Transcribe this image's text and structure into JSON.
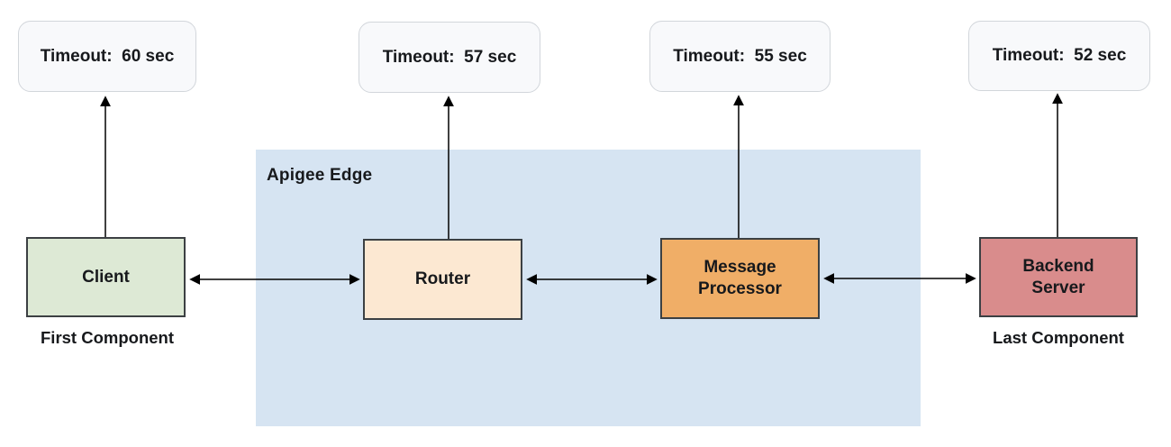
{
  "diagram": {
    "title_context": "Apigee Edge timeout flow",
    "apigee_container": {
      "label": "Apigee Edge",
      "bg_color": "#d6e4f2"
    },
    "timeout_boxes": [
      {
        "for": "client",
        "label": "Timeout:  60 sec",
        "bg_color": "#f8f9fb",
        "border_color": "#d2d6db"
      },
      {
        "for": "router",
        "label": "Timeout:  57 sec",
        "bg_color": "#f8f9fb",
        "border_color": "#d2d6db"
      },
      {
        "for": "message-processor",
        "label": "Timeout:  55 sec",
        "bg_color": "#f8f9fb",
        "border_color": "#d2d6db"
      },
      {
        "for": "backend-server",
        "label": "Timeout:  52 sec",
        "bg_color": "#f8f9fb",
        "border_color": "#d2d6db"
      }
    ],
    "components": [
      {
        "id": "client",
        "label": "Client",
        "caption": "First Component",
        "bg_color": "#dde9d5"
      },
      {
        "id": "router",
        "label": "Router",
        "caption": "",
        "bg_color": "#fce8d2"
      },
      {
        "id": "message-processor",
        "label": "Message Processor",
        "caption": "",
        "bg_color": "#f0ae67"
      },
      {
        "id": "backend-server",
        "label": "Backend Server",
        "caption": "Last Component",
        "bg_color": "#d98c8c"
      }
    ],
    "arrow_color": "#000000"
  }
}
